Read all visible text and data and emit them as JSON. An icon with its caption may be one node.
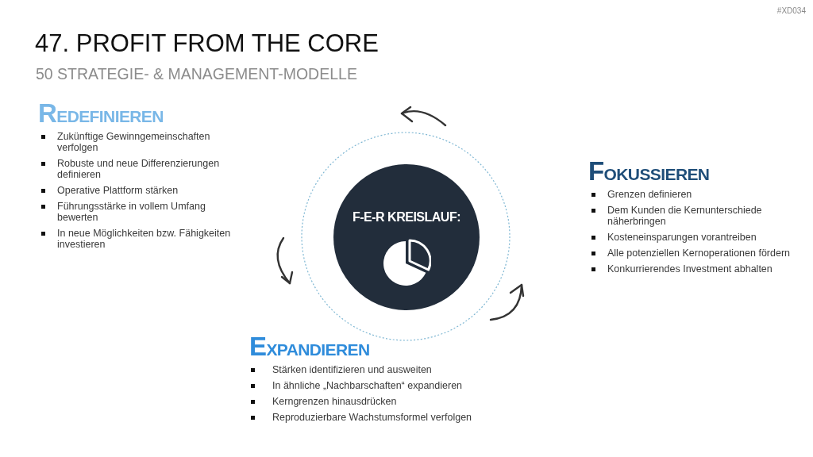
{
  "diagram": {
    "title": "47. PROFIT FROM THE CORE",
    "nodes": [
      {
        "text": [
          "F-E-R KREISLAUF:"
        ]
      }
    ],
    "labels": [
      "#XD034",
      "50 STRATEGIE- & MANAGEMENT-MODELLE",
      "REDEFINIEREN",
      "Zukünftige Gewinngemeinschaften verfolgen",
      "Robuste und neue Differenzierungen definieren",
      "Operative Plattform stärken",
      "Führungsstärke in vollem Umfang bewerten",
      "In neue Möglichkeiten bzw. Fähigkeiten investieren",
      "FOKUSSIEREN",
      "Grenzen definieren",
      "Dem Kunden die Kernunterschiede näherbringen",
      "Kosteneinsparungen vorantreiben",
      "Alle potenziellen Kernoperationen fördern",
      "Konkurrierendes Investment abhalten",
      "EXPANDIEREN",
      "Stärken identifizieren und ausweiten",
      "In ähnliche „Nachbarschaften“ expandieren",
      "Kerngrenzen hinausdrücken",
      "Reproduzierbare Wachstumsformel verfolgen"
    ]
  }
}
